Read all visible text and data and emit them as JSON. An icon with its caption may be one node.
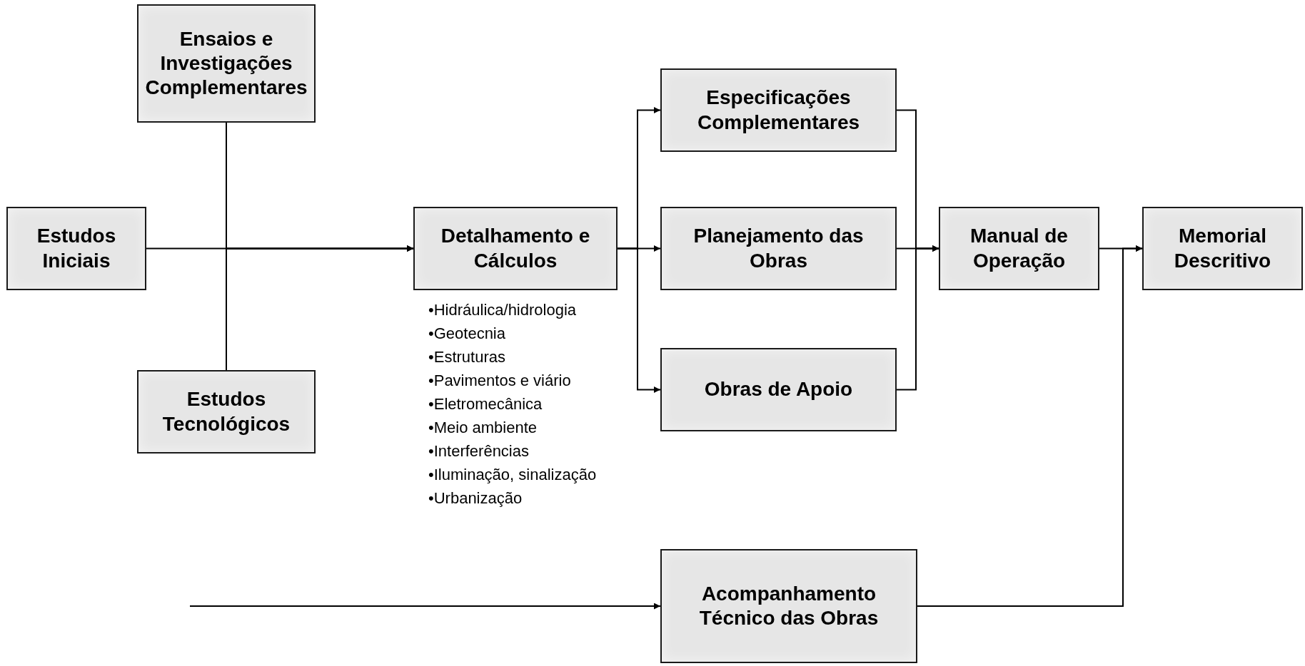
{
  "diagram": {
    "nodes": [
      {
        "text": [
          "Estudos Iniciais"
        ]
      },
      {
        "text": [
          "Ensaios e Investigações Complementares"
        ]
      },
      {
        "text": [
          "Estudos Tecnológicos"
        ]
      },
      {
        "text": [
          "Detalhamento e Cálculos"
        ],
        "beside": [
          "•Hidráulica/hidrologia",
          "•Geotecnia",
          "•Estruturas",
          "•Pavimentos e viário",
          "•Eletromecânica",
          "•Meio ambiente",
          "•Interferências",
          "•Iluminação, sinalização",
          "•Urbanização"
        ]
      },
      {
        "text": [
          "Especificações Complementares"
        ]
      },
      {
        "text": [
          "Planejamento das Obras"
        ]
      },
      {
        "text": [
          "Obras de Apoio"
        ]
      },
      {
        "text": [
          "Manual de Operação"
        ]
      },
      {
        "text": [
          "Memorial Descritivo"
        ]
      },
      {
        "text": [
          "Acompanhamento Técnico das Obras"
        ]
      }
    ],
    "edges": [
      {
        "from": 0,
        "to": 3,
        "arrow": "to"
      },
      {
        "from": 1,
        "to": 3,
        "arrow": "to"
      },
      {
        "from": 2,
        "to": 3,
        "arrow": "to"
      },
      {
        "from": 3,
        "to": 4,
        "arrow": "to"
      },
      {
        "from": 3,
        "to": 5,
        "arrow": "to"
      },
      {
        "from": 3,
        "to": 6,
        "arrow": "to"
      },
      {
        "from": 4,
        "to": 7,
        "arrow": "to"
      },
      {
        "from": 5,
        "to": 7,
        "arrow": "to"
      },
      {
        "from": 6,
        "to": 7,
        "arrow": "to"
      },
      {
        "from": 7,
        "to": 8,
        "arrow": "to"
      },
      {
        "from": 9,
        "to": 8,
        "arrow": "to"
      },
      {
        "from": null,
        "to": 9,
        "arrow": "to"
      }
    ]
  }
}
